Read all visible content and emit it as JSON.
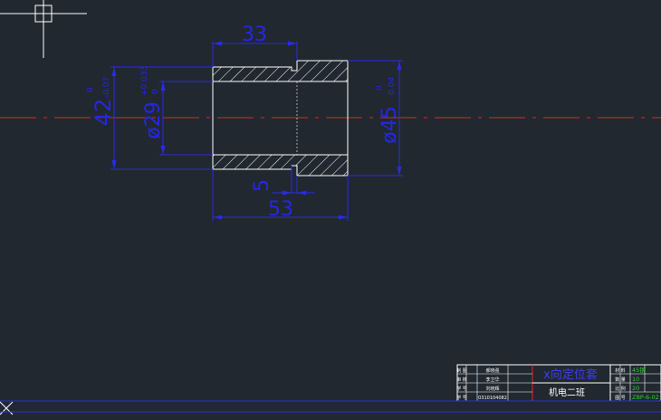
{
  "colors": {
    "background": "#212830",
    "outline": "#ffffff",
    "dimension": "#2a2ae8",
    "centerline": "#e0262c",
    "hatch": "#ffffff",
    "titleblock_text_green": "#22dd22",
    "titleblock_text_white": "#ffffff",
    "titleblock_title": "#3d3df0"
  },
  "dimensions": {
    "top_width": "33",
    "bottom_width": "53",
    "groove": "5",
    "left_outer": "42",
    "left_outer_tol_upper": "0",
    "left_outer_tol_lower": "-0.07",
    "bore": "ø29",
    "bore_tol_upper": "+0.033",
    "bore_tol_lower": "0",
    "right_outer": "ø45",
    "right_outer_tol_upper": "0",
    "right_outer_tol_lower": "-0.04"
  },
  "title_block": {
    "title": "x向定位套",
    "class": "机电二班",
    "left_rows": [
      {
        "role": "制 图",
        "name": "郝晓强"
      },
      {
        "role": "审 核",
        "name": "李卫华"
      },
      {
        "role": "学 号",
        "name": "刘晓辉"
      },
      {
        "role": "学 号",
        "name": "0310104082"
      }
    ],
    "right_rows": [
      {
        "label": "材 料",
        "value": "45钢"
      },
      {
        "label": "数 量",
        "value": "10"
      },
      {
        "label": "比 例",
        "value": "20"
      },
      {
        "label": "图 号",
        "value": "ZBP-6-02"
      }
    ]
  },
  "icons": {
    "crosshair": "crosshair-cursor-icon",
    "ucs": "ucs-icon"
  }
}
